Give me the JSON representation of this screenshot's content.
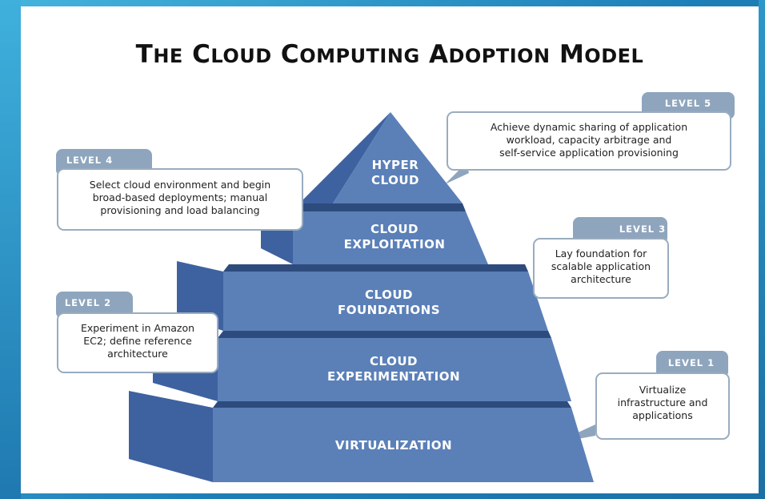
{
  "title": {
    "first": "T",
    "first_rest": "HE",
    "c": "C",
    "c_rest": "LOUD",
    "comp": "C",
    "comp_rest": "OMPUTING",
    "a": "A",
    "a_rest": "DOPTION",
    "m": "M",
    "m_rest": "ODEL"
  },
  "tiers": [
    {
      "line1": "HYPER",
      "line2": "CLOUD"
    },
    {
      "line1": "CLOUD",
      "line2": "EXPLOITATION"
    },
    {
      "line1": "CLOUD",
      "line2": "FOUNDATIONS"
    },
    {
      "line1": "CLOUD",
      "line2": "EXPERIMENTATION"
    },
    {
      "line1": "VIRTUALIZATION"
    }
  ],
  "levels": {
    "level5": {
      "label": "LEVEL 5",
      "lines": [
        "Achieve dynamic sharing of application",
        "workload, capacity arbitrage and",
        "self-service application provisioning"
      ]
    },
    "level4": {
      "label": "LEVEL 4",
      "lines": [
        "Select cloud environment and begin",
        "broad-based deployments; manual",
        "provisioning and load balancing"
      ]
    },
    "level3": {
      "label": "LEVEL 3",
      "lines": [
        "Lay foundation for",
        "scalable application",
        "architecture"
      ]
    },
    "level2": {
      "label": "LEVEL 2",
      "lines": [
        "Experiment in Amazon",
        "EC2; define reference",
        "architecture"
      ]
    },
    "level1": {
      "label": "LEVEL 1",
      "lines": [
        "Virtualize",
        "infrastructure and",
        "applications"
      ]
    }
  },
  "colors": {
    "tier_front": "#5b80b8",
    "tier_side": "#3e62a0",
    "tier_dark": "#2e4b7e",
    "tab": "#8ea5bd",
    "callout_border": "#9aacbf"
  }
}
